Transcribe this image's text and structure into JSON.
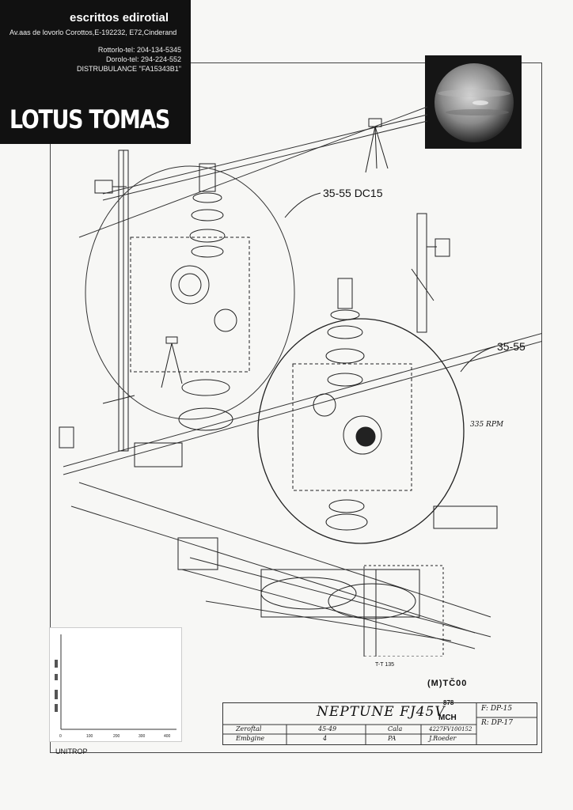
{
  "header": {
    "company": "escrittos edirotial",
    "address": "Av.aas de lovorlo Corottos,E-192232, E72,Cinderand",
    "contacts": [
      "Rottorlo-tel: 204-134-5345",
      "Dorolo-tel: 294-224-552",
      "DISTRUBULANCE \"FA15343B1\""
    ],
    "logo_text": "LOTUS TOMAS"
  },
  "drawing": {
    "labels": [
      "35-55 DC15",
      "35-55",
      "335 RPM",
      "T-T 135",
      "(M)TČ00"
    ]
  },
  "graph_card": {
    "x_ticks": [
      "0",
      "100",
      "200",
      "300",
      "400"
    ]
  },
  "footer": {
    "left_label": "UNITROP"
  },
  "title_block": {
    "title": "NEPTUNE FJ45V",
    "number": "878",
    "sub": "MCH",
    "fr": [
      "F: DP-15",
      "R: DP-17"
    ],
    "row1": [
      "Zeroftal",
      "45-49",
      "Cala",
      "4227FV100152"
    ],
    "row2": [
      "Embgine",
      "4",
      "PA",
      "J.Roeder"
    ]
  }
}
